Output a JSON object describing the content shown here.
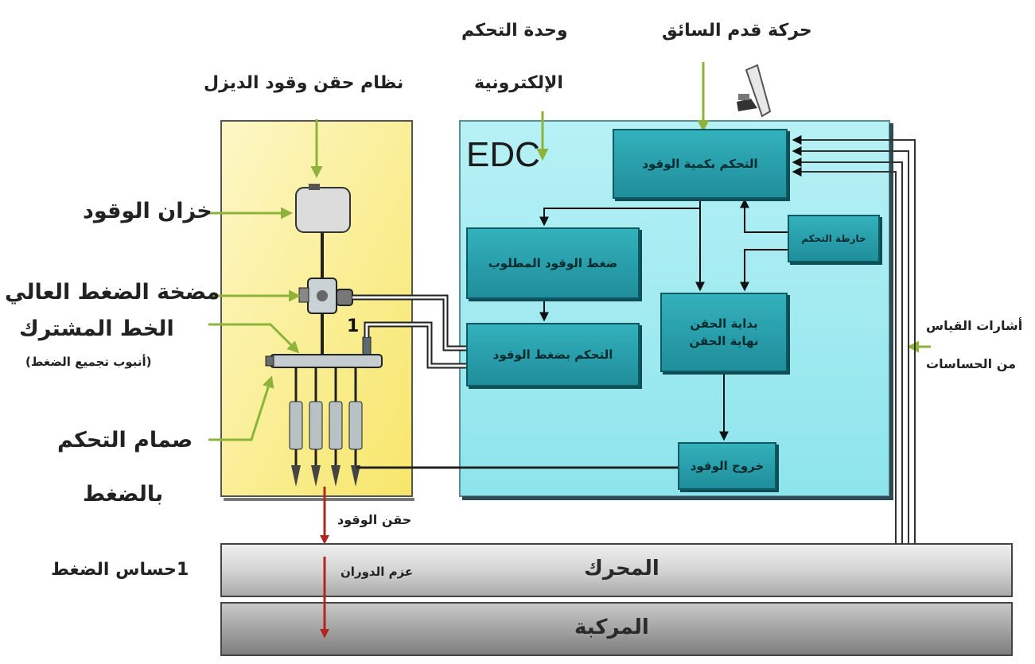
{
  "top_labels": {
    "diesel_system": "نظام حقن وقود الديزل",
    "ecu_line1": "وحدة التحكم",
    "ecu_line2": "الإلكترونية",
    "driver_pedal": "حركة قدم السائق"
  },
  "edc_label": "EDC",
  "left_labels": {
    "fuel_tank": "خزان الوقود",
    "high_pressure_pump": "مضخة الضغط العالي",
    "common_rail": "الخط المشترك",
    "common_rail_note": "(أنبوب تجميع الضغط)",
    "pressure_valve_line1": "صمام التحكم",
    "pressure_valve_line2": "بالضغط",
    "pressure_sensor": "1حساس الضغط"
  },
  "rail_marker": "1",
  "ecu_blocks": {
    "fuel_quantity_control": "التحكم بكمية الوقود",
    "required_fuel_pressure": "ضغط الوقود المطلوب",
    "fuel_pressure_control": "التحكم بضغط الوقود",
    "control_map": "خارطة التحكم",
    "injection_start_line1": "بداية الحقن",
    "injection_start_line2": "نهاية الحقن",
    "fuel_output": "خروج الوقود"
  },
  "right_labels": {
    "sensor_signals_line1": "أشارات القياس",
    "sensor_signals_line2": "من الحساسات"
  },
  "bottom": {
    "fuel_injection": "حقن الوقود",
    "torque": "عزم الدوران",
    "engine": "المحرك",
    "vehicle": "المركبة"
  },
  "colors": {
    "yellow_panel": "#fbf3a0",
    "ecu_panel": "#9fe9f0",
    "block_fill": "#2aa3ae",
    "green_arrow": "#8db33a",
    "red_arrow": "#b3261e"
  }
}
